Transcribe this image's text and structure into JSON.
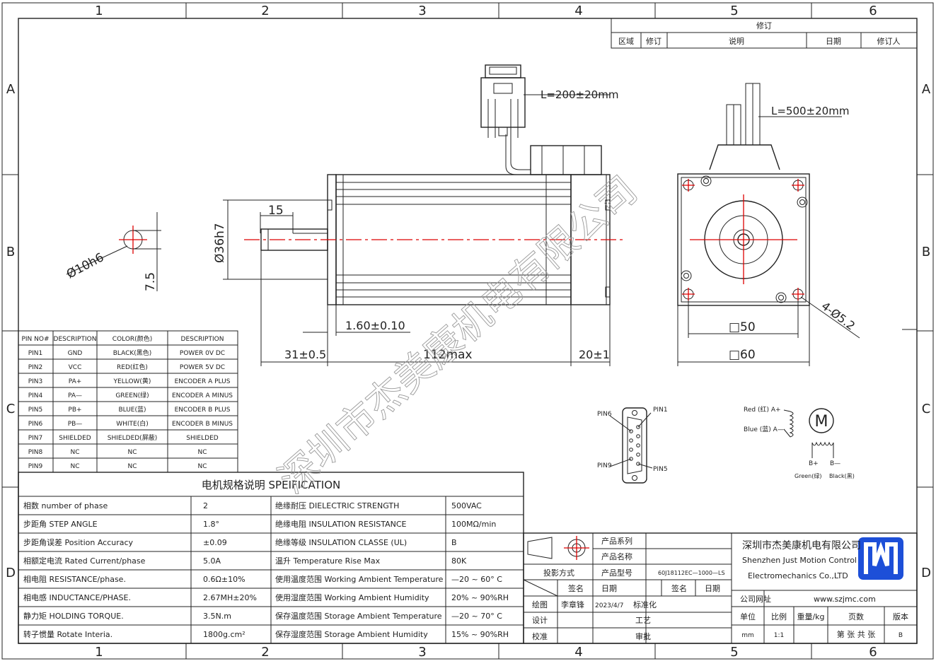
{
  "grid": {
    "columns": [
      "1",
      "2",
      "3",
      "4",
      "5",
      "6"
    ],
    "rows": [
      "A",
      "B",
      "C",
      "D"
    ]
  },
  "revision": {
    "title": "修订",
    "headers": [
      "区域",
      "修订",
      "说明",
      "日期",
      "修订人"
    ]
  },
  "watermark": "深圳市杰美康机电有限公司",
  "dimensions": {
    "cable_encoder": "L=200±20mm",
    "cable_motor": "L=500±20mm",
    "shaft_length": "15",
    "shaft_dia": "Ø36h7",
    "shaft_detail_dia": "Ø10h6",
    "shaft_flat": "7.5",
    "flange_thk": "1.60±0.10",
    "shaft_ext": "31±0.5",
    "body_len": "112max",
    "encoder_len": "20±1",
    "hole_pattern": "□50",
    "flange_sq": "□60",
    "holes": "4-Ø5.2"
  },
  "pin_table": {
    "headers": [
      "PIN NO#",
      "DESCRIPTION",
      "COLOR(颜色)",
      "DESCRIPTION"
    ],
    "rows": [
      [
        "PIN1",
        "GND",
        "BLACK(黑色)",
        "POWER 0V DC"
      ],
      [
        "PIN2",
        "VCC",
        "RED(红色)",
        "POWER 5V DC"
      ],
      [
        "PIN3",
        "PA+",
        "YELLOW(黄)",
        "ENCODER A PLUS"
      ],
      [
        "PIN4",
        "PA—",
        "GREEN(绿)",
        "ENCODER A MINUS"
      ],
      [
        "PIN5",
        "PB+",
        "BLUE(蓝)",
        "ENCODER B PLUS"
      ],
      [
        "PIN6",
        "PB—",
        "WHITE(白)",
        "ENCODER B MINUS"
      ],
      [
        "PIN7",
        "SHIELDED",
        "SHIELDED(屏蔽)",
        "SHIELDED"
      ],
      [
        "PIN8",
        "NC",
        "NC",
        "NC"
      ],
      [
        "PIN9",
        "NC",
        "NC",
        "NC"
      ]
    ]
  },
  "connector": {
    "pin6": "PIN6",
    "pin1": "PIN1",
    "pin9": "PIN9",
    "pin5": "PIN5"
  },
  "wiring": {
    "a_plus": "Red (红) A+",
    "a_minus": "Blue (蓝) A—",
    "motor": "M",
    "b_plus": "B+",
    "b_minus": "B—",
    "b_plus_color": "Green(绿)",
    "b_minus_color": "Black(黑)"
  },
  "spec": {
    "title": "电机规格说明 SPEIFICATION",
    "rows": [
      [
        "相数 number of phase",
        "2",
        "绝缘耐压 DIELECTRIC STRENGTH",
        "500VAC"
      ],
      [
        "步距角 STEP ANGLE",
        "1.8°",
        "绝缘电阻 INSULATION RESISTANCE",
        "100MΩ/min"
      ],
      [
        "步距角误差 Position Accuracy",
        "±0.09",
        "绝缘等级 INSULATION CLASSE (UL)",
        "B"
      ],
      [
        "相额定电流 Rated Current/phase",
        "5.0A",
        "温升 Temperature Rise Max",
        "80K"
      ],
      [
        "相电阻 RESISTANCE/phase.",
        "0.6Ω±10%",
        "使用温度范围 Working Ambient Temperature",
        "—20 ~ 60° C"
      ],
      [
        "相电感 INDUCTANCE/PHASE.",
        "2.67MH±20%",
        "使用湿度范围 Working Ambient Humidity",
        "20% ~ 90%RH"
      ],
      [
        "静力矩 HOLDING TORQUE.",
        "3.5N.m",
        "保存温度范围 Storage Ambient Temperature",
        "—20 ~ 70° C"
      ],
      [
        "转子惯量 Rotate Interia.",
        "1800g.cm²",
        "保存湿度范围 Storage Ambient Humidity",
        "15% ~ 90%RH"
      ]
    ]
  },
  "title_block": {
    "series": "产品系列",
    "name": "产品名称",
    "projection": "投影方式",
    "model_label": "产品型号",
    "model": "60J18112EC—1000—LS",
    "sign": "签名",
    "date": "日期",
    "draw": "绘图",
    "drawer": "李章锋",
    "draw_date": "2023/4/7",
    "std": "标准化",
    "design": "设计",
    "process": "工艺",
    "check": "校准",
    "approve": "审批",
    "sign2": "签名",
    "date2": "日期",
    "company_cn": "深圳市杰美康机电有限公司",
    "company_en1": "Shenzhen Just Motion Control",
    "company_en2": "Electromechanics Co.,LTD",
    "web_label": "公司网址",
    "web": "www.szjmc.com",
    "unit_label": "单位",
    "scale_label": "比例",
    "weight_label": "重量/kg",
    "pages_label": "页数",
    "version_label": "版本",
    "unit": "mm",
    "scale": "1:1",
    "pages": "第 张 共 张",
    "version": "B"
  }
}
